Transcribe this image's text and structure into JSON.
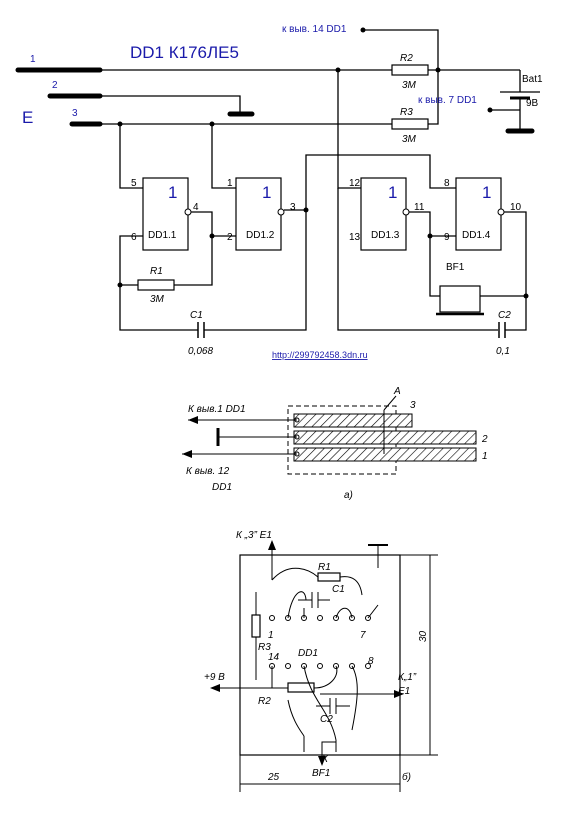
{
  "title": "DD1 К176ЛЕ5",
  "electrode_label": "E",
  "url": "http://299792458.3dn.ru",
  "inputs": [
    "1",
    "2",
    "3"
  ],
  "notes": {
    "pin14": "к выв. 14 DD1",
    "pin7": "к выв. 7 DD1",
    "battery": "Bat1",
    "battery_voltage": "9В"
  },
  "resistors": [
    {
      "name": "R1",
      "value": "3М"
    },
    {
      "name": "R2",
      "value": "3М"
    },
    {
      "name": "R3",
      "value": "3М"
    }
  ],
  "capacitors": [
    {
      "name": "C1",
      "value": "0,068"
    },
    {
      "name": "C2",
      "value": "0,1"
    }
  ],
  "buzzer": "BF1",
  "gates": [
    {
      "symbol": "1",
      "name": "DD1.1",
      "in_a": "5",
      "in_b": "6",
      "out": "4"
    },
    {
      "symbol": "1",
      "name": "DD1.2",
      "in_a": "1",
      "in_b": "2",
      "out": "3"
    },
    {
      "symbol": "1",
      "name": "DD1.3",
      "in_a": "12",
      "in_b": "13",
      "out": "11"
    },
    {
      "symbol": "1",
      "name": "DD1.4",
      "in_a": "8",
      "in_b": "9",
      "out": "10"
    }
  ],
  "fig_a": {
    "caption": "а)",
    "label_A": "A",
    "arrow1": "К выв.1 DD1",
    "arrow2_line1": "К выв. 12",
    "arrow2_line2": "DD1",
    "strips": [
      "3",
      "2",
      "1"
    ]
  },
  "fig_b": {
    "caption": "б)",
    "top_arrow": "К „3” Е1",
    "right_arrow_line1": "К„1”",
    "right_arrow_line2": "Е1",
    "bottom_arrow_line1": "К",
    "bottom_arrow_line2": "ВF1",
    "supply": "+9 В",
    "chip": "DD1",
    "pins": [
      "1",
      "14",
      "7",
      "8"
    ],
    "R1": "R1",
    "R2": "R2",
    "R3": "R3",
    "C1": "С1",
    "C2": "С2",
    "height": "30",
    "width": "25"
  }
}
